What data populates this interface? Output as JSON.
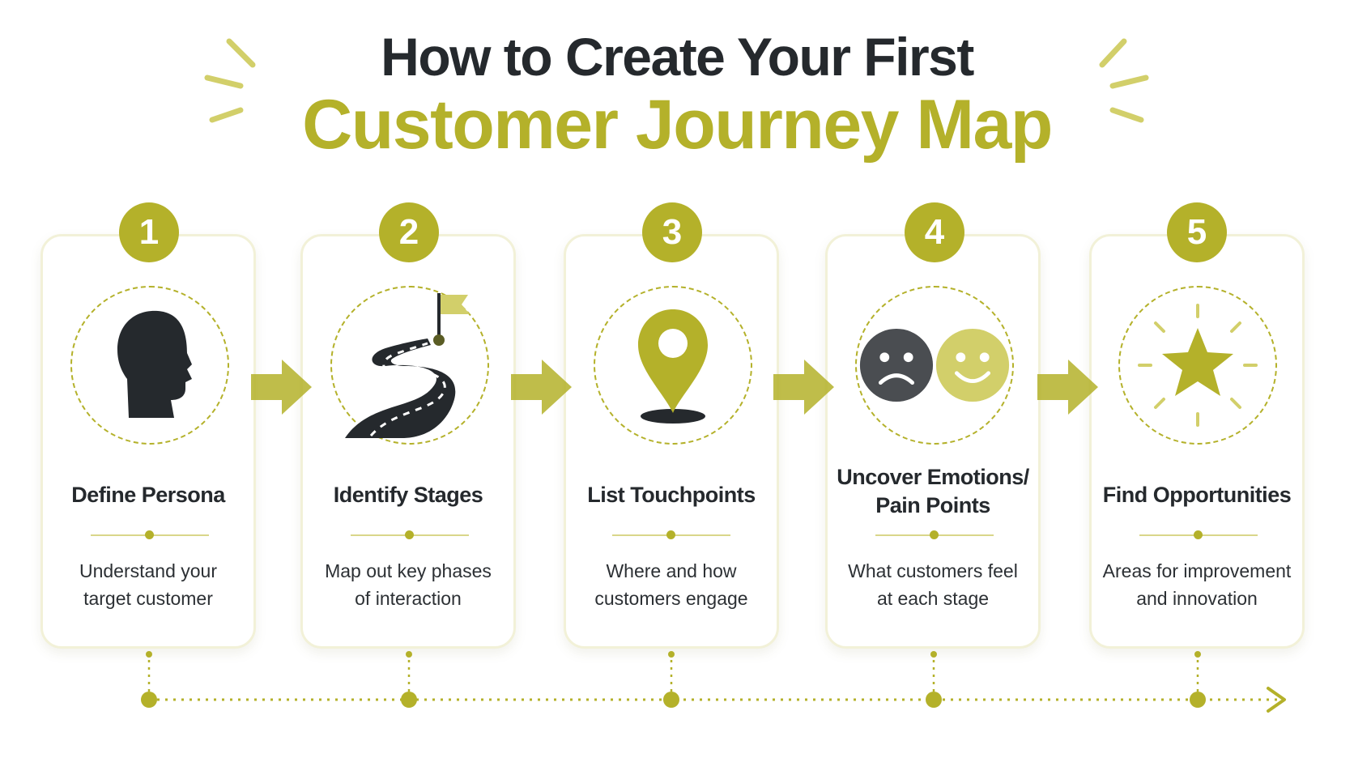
{
  "title": {
    "line1": "How to Create Your First",
    "line2": "Customer Journey Map"
  },
  "colors": {
    "accent": "#b4b12a",
    "accent_light": "#d2cf6a",
    "dark": "#25292d",
    "card_border": "#f2f1d8"
  },
  "steps": [
    {
      "number": "1",
      "title": "Define Persona",
      "desc_line1": "Understand your",
      "desc_line2": "target customer",
      "icon": "person-head-icon"
    },
    {
      "number": "2",
      "title": "Identify Stages",
      "desc_line1": "Map out key phases",
      "desc_line2": "of interaction",
      "icon": "winding-road-flag-icon"
    },
    {
      "number": "3",
      "title": "List Touchpoints",
      "desc_line1": "Where and how",
      "desc_line2": "customers engage",
      "icon": "map-pin-icon"
    },
    {
      "number": "4",
      "title_line1": "Uncover Emotions/",
      "title_line2": "Pain Points",
      "desc_line1": "What customers feel",
      "desc_line2": "at each stage",
      "icon": "sad-happy-faces-icon"
    },
    {
      "number": "5",
      "title": "Find Opportunities",
      "desc_line1": "Areas for improvement",
      "desc_line2": "and innovation",
      "icon": "shining-star-icon"
    }
  ]
}
